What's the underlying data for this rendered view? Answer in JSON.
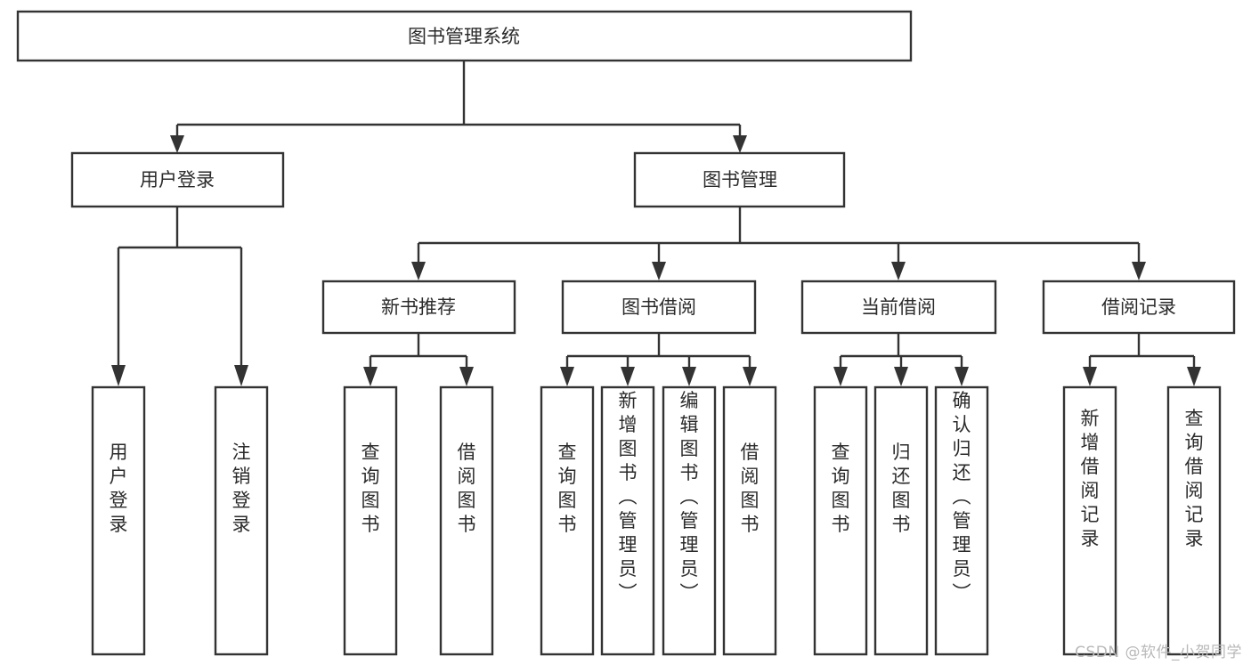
{
  "diagram": {
    "type": "tree-hierarchy",
    "title": "图书管理系统",
    "watermark": "CSDN @软件_小贺同学",
    "colors": {
      "background": "#ffffff",
      "box_fill": "#ffffff",
      "box_stroke": "#333333",
      "text": "#2b2b2b",
      "watermark": "#b9b9b9"
    },
    "nodes": {
      "root": {
        "id": "root",
        "label": "图书管理系统",
        "orientation": "horizontal"
      },
      "level1": [
        {
          "id": "user-login",
          "label": "用户登录",
          "orientation": "horizontal"
        },
        {
          "id": "book-manage",
          "label": "图书管理",
          "orientation": "horizontal"
        }
      ],
      "level2": [
        {
          "id": "new-book-rec",
          "label": "新书推荐",
          "orientation": "horizontal",
          "parent": "book-manage"
        },
        {
          "id": "book-borrow",
          "label": "图书借阅",
          "orientation": "horizontal",
          "parent": "book-manage"
        },
        {
          "id": "current-borrow",
          "label": "当前借阅",
          "orientation": "horizontal",
          "parent": "book-manage"
        },
        {
          "id": "borrow-record",
          "label": "借阅记录",
          "orientation": "horizontal",
          "parent": "book-manage"
        }
      ],
      "leaves": [
        {
          "id": "leaf-user-login",
          "label": "用户登录",
          "orientation": "vertical",
          "parent": "user-login"
        },
        {
          "id": "leaf-user-logout",
          "label": "注销登录",
          "orientation": "vertical",
          "parent": "user-login"
        },
        {
          "id": "leaf-query-book-1",
          "label": "查询图书",
          "orientation": "vertical",
          "parent": "new-book-rec"
        },
        {
          "id": "leaf-borrow-book-1",
          "label": "借阅图书",
          "orientation": "vertical",
          "parent": "new-book-rec"
        },
        {
          "id": "leaf-query-book-2",
          "label": "查询图书",
          "orientation": "vertical",
          "parent": "book-borrow"
        },
        {
          "id": "leaf-add-book",
          "label": "新增图书（管理员）",
          "orientation": "vertical",
          "parent": "book-borrow"
        },
        {
          "id": "leaf-edit-book",
          "label": "编辑图书（管理员）",
          "orientation": "vertical",
          "parent": "book-borrow"
        },
        {
          "id": "leaf-borrow-book-2",
          "label": "借阅图书",
          "orientation": "vertical",
          "parent": "book-borrow"
        },
        {
          "id": "leaf-query-book-3",
          "label": "查询图书",
          "orientation": "vertical",
          "parent": "current-borrow"
        },
        {
          "id": "leaf-return-book",
          "label": "归还图书",
          "orientation": "vertical",
          "parent": "current-borrow"
        },
        {
          "id": "leaf-confirm-return",
          "label": "确认归还（管理员）",
          "orientation": "vertical",
          "parent": "current-borrow"
        },
        {
          "id": "leaf-add-record",
          "label": "新增借阅记录",
          "orientation": "vertical",
          "parent": "borrow-record"
        },
        {
          "id": "leaf-query-record",
          "label": "查询借阅记录",
          "orientation": "vertical",
          "parent": "borrow-record"
        }
      ]
    }
  }
}
